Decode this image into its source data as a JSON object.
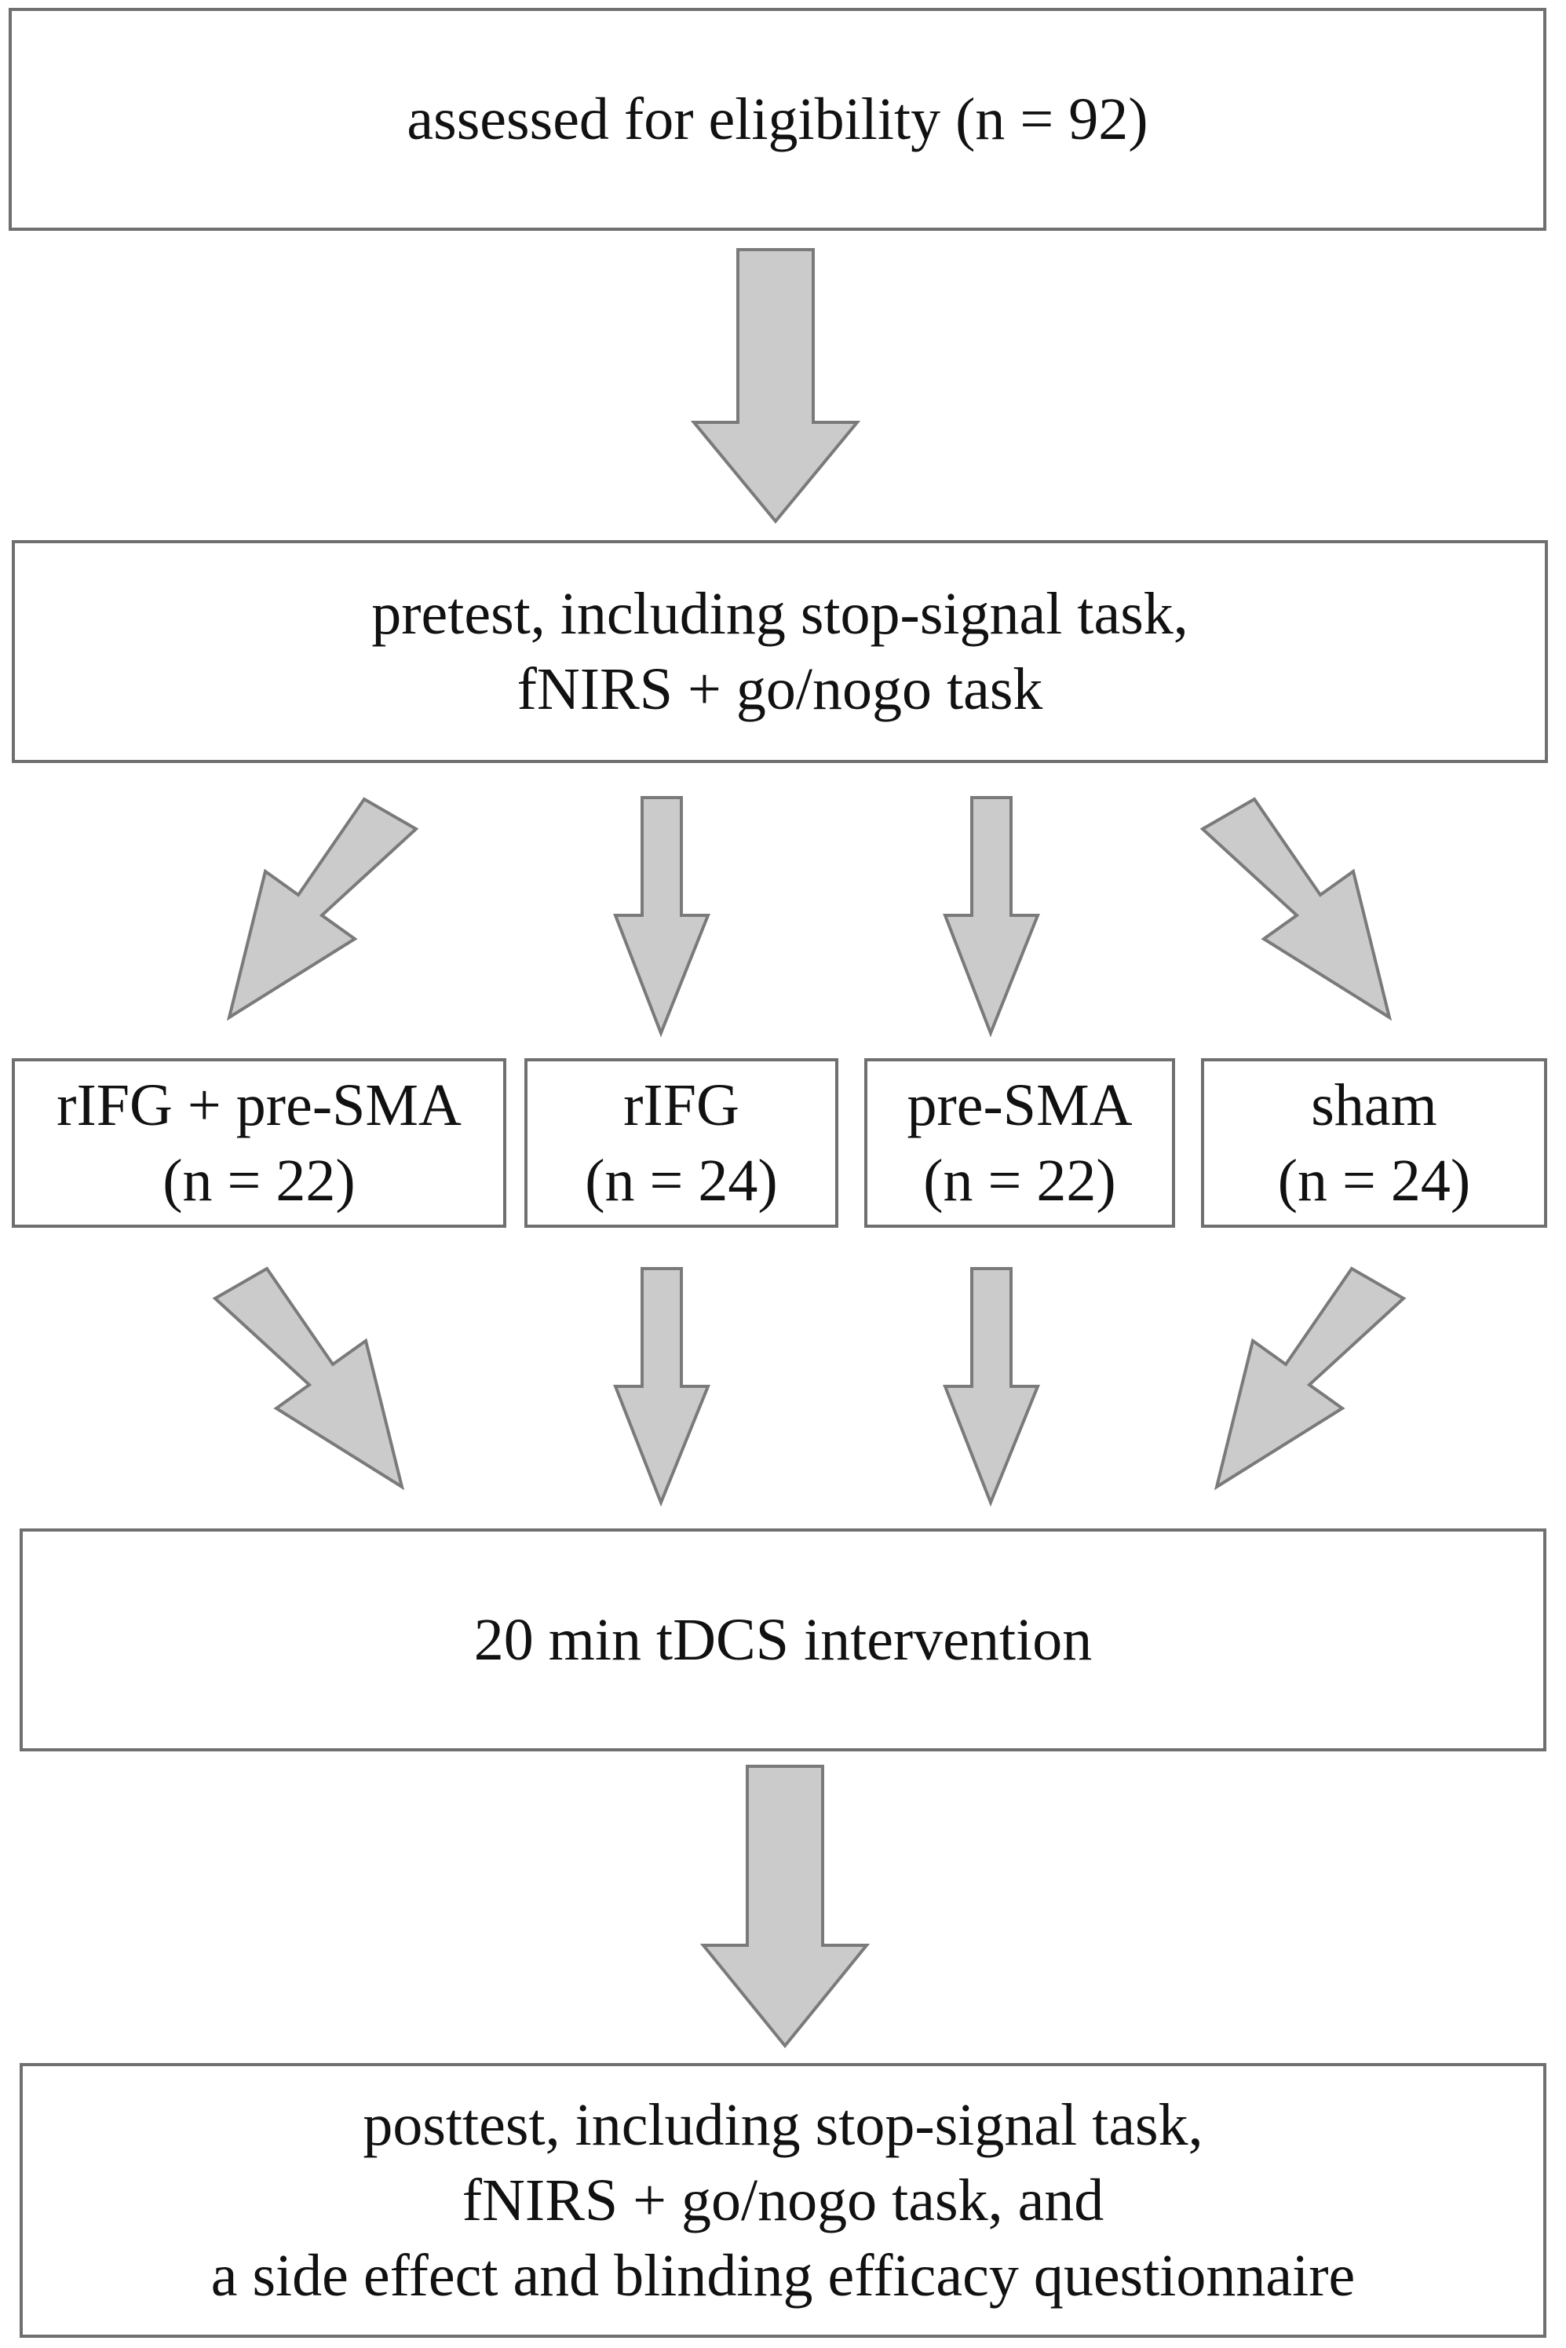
{
  "diagram": {
    "colors": {
      "arrow_fill": "#cbcbcb",
      "arrow_stroke": "#7a7a7a",
      "box_border": "#6f6f6f"
    },
    "eligibility": {
      "line1": "assessed for eligibility (n = 92)"
    },
    "pretest": {
      "line1": "pretest, including stop-signal task,",
      "line2": "fNIRS + go/nogo task"
    },
    "groups": [
      {
        "name": "rIFG + pre-SMA",
        "count": "(n = 22)"
      },
      {
        "name": "rIFG",
        "count": "(n = 24)"
      },
      {
        "name": "pre-SMA",
        "count": "(n = 22)"
      },
      {
        "name": "sham",
        "count": "(n = 24)"
      }
    ],
    "intervention": {
      "line1": "20 min tDCS intervention"
    },
    "posttest": {
      "line1": "posttest, including stop-signal task,",
      "line2": "fNIRS + go/nogo task, and",
      "line3": "a side effect and blinding efficacy questionnaire"
    }
  }
}
